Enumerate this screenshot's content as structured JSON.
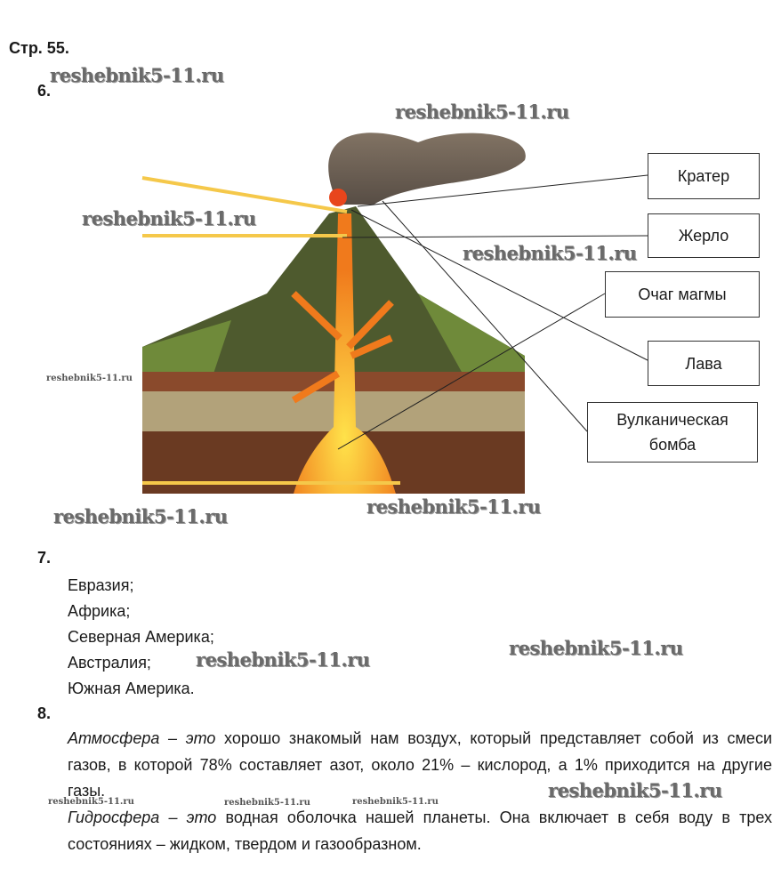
{
  "page_header": "Стр. 55.",
  "watermark": "reshebnik5-11.ru",
  "task6": {
    "number": "6.",
    "labels": [
      "Кратер",
      "Жерло",
      "Очаг магмы",
      "Лава",
      "Вулканическая бомба"
    ]
  },
  "task7": {
    "number": "7.",
    "items": [
      "Евразия;",
      "Африка;",
      "Северная Америка;",
      "Австралия;",
      "Южная Америка."
    ]
  },
  "task8": {
    "number": "8.",
    "p1_term": "Атмосфера – это",
    "p1_text": " хорошо знакомый нам воздух, который представляет собой из смеси газов, в которой 78% составляет азот, около 21% – кислород, а 1% приходится на другие газы.",
    "p2_term": "Гидросфера – это",
    "p2_text": " водная оболочка нашей планеты. Она включает в себя воду в трех состояниях – жидком, твердом и газообразном."
  }
}
